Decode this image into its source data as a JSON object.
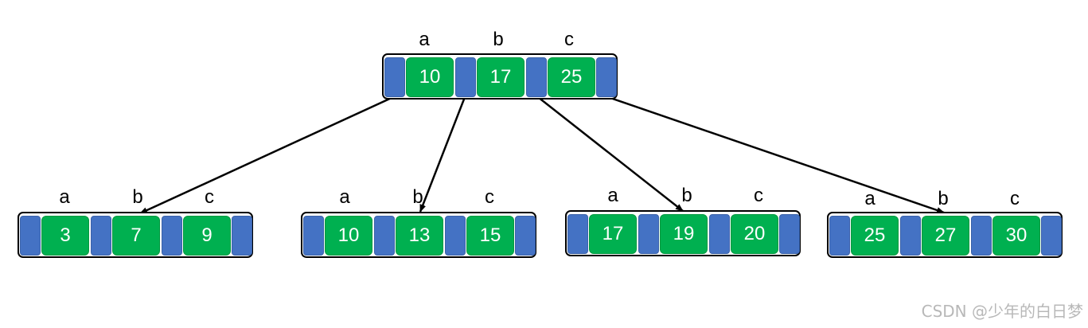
{
  "root": {
    "labels": [
      "a",
      "b",
      "c"
    ],
    "keys": [
      "10",
      "17",
      "25"
    ]
  },
  "children": [
    {
      "labels": [
        "a",
        "b",
        "c"
      ],
      "keys": [
        "3",
        "7",
        "9"
      ]
    },
    {
      "labels": [
        "a",
        "b",
        "c"
      ],
      "keys": [
        "10",
        "13",
        "15"
      ]
    },
    {
      "labels": [
        "a",
        "b",
        "c"
      ],
      "keys": [
        "17",
        "19",
        "20"
      ]
    },
    {
      "labels": [
        "a",
        "b",
        "c"
      ],
      "keys": [
        "25",
        "27",
        "30"
      ]
    }
  ],
  "colors": {
    "pointer_slot": "#4472c4",
    "key_slot": "#00b050",
    "arrow": "#000000"
  },
  "watermark": "CSDN @少年的白日梦"
}
